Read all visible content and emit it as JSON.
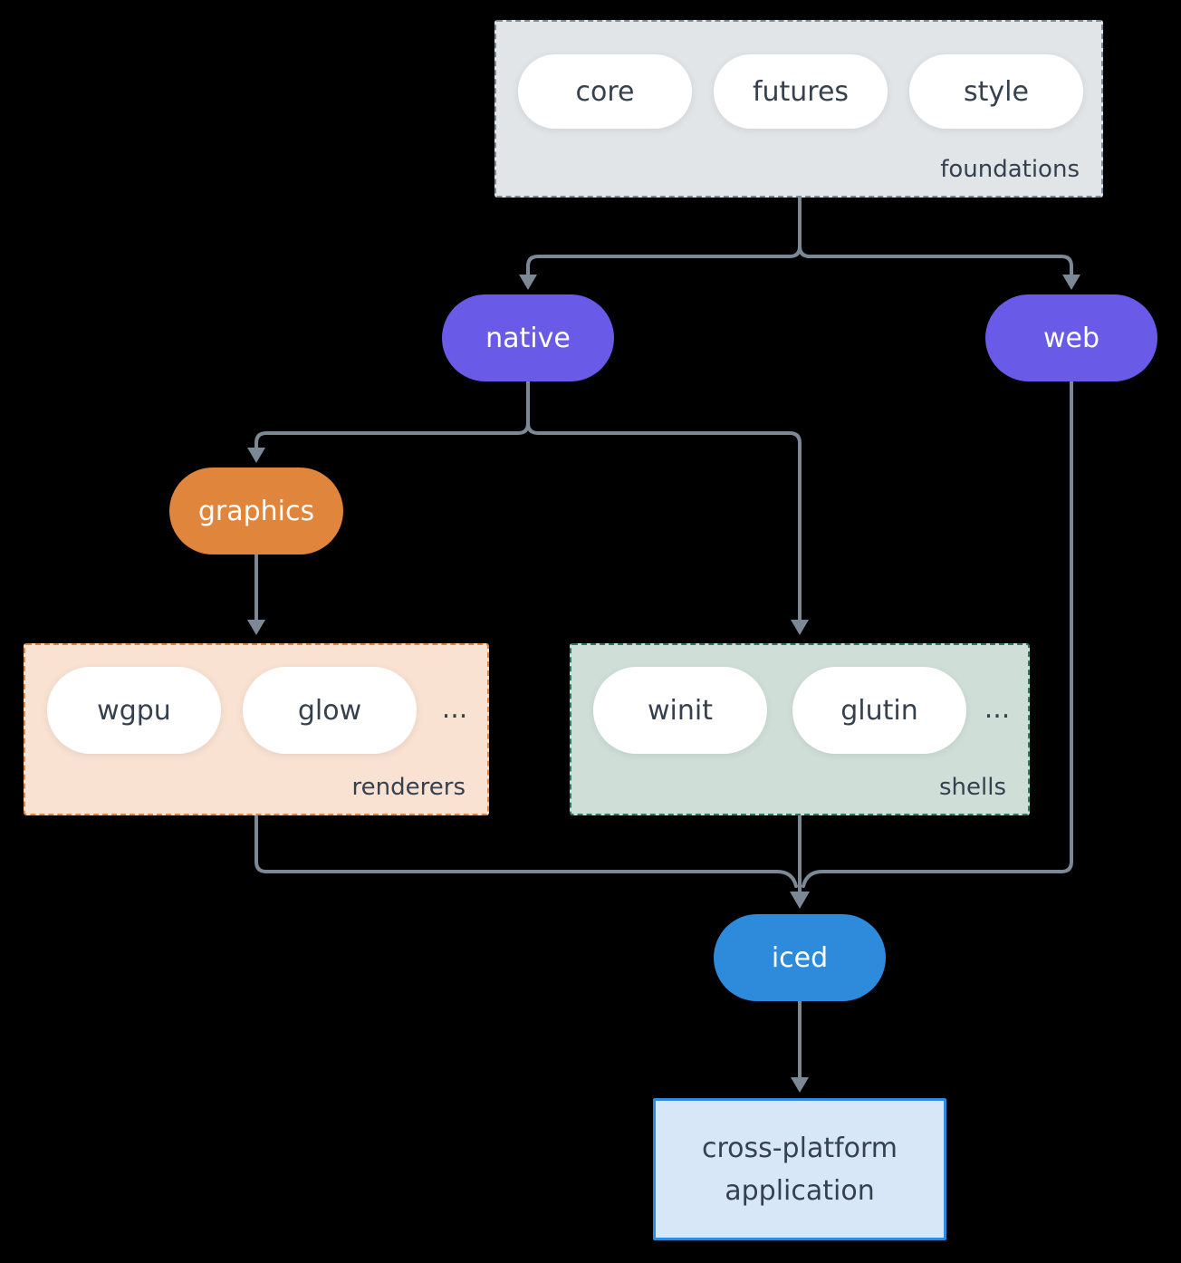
{
  "diagram": {
    "background": "#000000",
    "arrow_color": "#7b8997",
    "text_dark": "#35414e",
    "groups": {
      "foundations": {
        "label": "foundations",
        "fill": "#e1e5e8",
        "border_color": "#7b8997",
        "items": [
          "core",
          "futures",
          "style"
        ]
      },
      "renderers": {
        "label": "renderers",
        "fill": "#f9e2d2",
        "border_color": "#e0853c",
        "items": [
          "wgpu",
          "glow"
        ],
        "ellipsis": "..."
      },
      "shells": {
        "label": "shells",
        "fill": "#cfdfd8",
        "border_color": "#2e7a6a",
        "items": [
          "winit",
          "glutin"
        ],
        "ellipsis": "..."
      }
    },
    "nodes": {
      "native": {
        "label": "native",
        "fill": "#6a5ae8"
      },
      "web": {
        "label": "web",
        "fill": "#6a5ae8"
      },
      "graphics": {
        "label": "graphics",
        "fill": "#e0853c"
      },
      "iced": {
        "label": "iced",
        "fill": "#2e8bdb"
      },
      "application": {
        "line1": "cross-platform",
        "line2": "application",
        "fill": "#d7e7f7",
        "border_color": "#2e8bdb"
      }
    },
    "edges": [
      {
        "from": "foundations",
        "to": "native"
      },
      {
        "from": "foundations",
        "to": "web"
      },
      {
        "from": "native",
        "to": "graphics"
      },
      {
        "from": "native",
        "to": "shells"
      },
      {
        "from": "graphics",
        "to": "renderers"
      },
      {
        "from": "renderers",
        "to": "iced"
      },
      {
        "from": "shells",
        "to": "iced"
      },
      {
        "from": "web",
        "to": "iced"
      },
      {
        "from": "iced",
        "to": "application"
      }
    ]
  }
}
